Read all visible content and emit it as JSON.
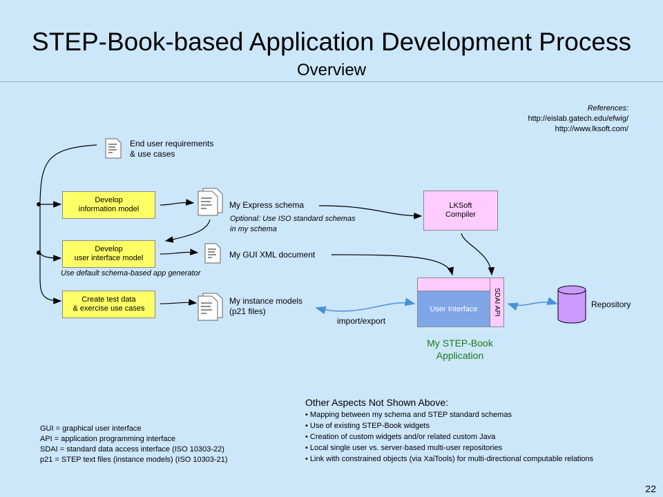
{
  "title": "STEP-Book-based Application Development Process",
  "subtitle": "Overview",
  "references": {
    "heading": "References:",
    "links": [
      "http://eislab.gatech.edu/efwig/",
      "http://www.lksoft.com/"
    ]
  },
  "docs": {
    "end_user_requirements": [
      "End user requirements",
      "& use cases"
    ],
    "express_schema": "My Express schema",
    "optional_note": [
      "Optional: Use ISO standard schemas",
      "in my schema"
    ],
    "gui_xml": "My GUI XML document",
    "instance_models": [
      "My instance models",
      "(p21 files)"
    ]
  },
  "boxes": {
    "develop_info_model": [
      "Develop",
      "information model"
    ],
    "develop_ui_model": [
      "Develop",
      "user interface model"
    ],
    "create_test_data": [
      "Create test data",
      "& exercise use cases"
    ],
    "lksoft_compiler": [
      "LKSoft",
      "Compiler"
    ],
    "user_interface": "User Interface",
    "sdai_api": "SDAI API"
  },
  "notes": {
    "default_generator": "Use default schema-based app generator",
    "import_export": "import/export",
    "repository": "Repository",
    "app_label": [
      "My STEP-Book",
      "Application"
    ]
  },
  "other_aspects": {
    "heading": "Other Aspects Not Shown Above:",
    "items": [
      "Mapping between my schema and STEP standard schemas",
      "Use of existing STEP-Book widgets",
      "Creation of custom widgets and/or related custom Java",
      "Local single user vs. server-based multi-user repositories",
      "Link with constrained objects (via XaiTools) for multi-directional computable relations"
    ]
  },
  "glossary": [
    "GUI = graphical user interface",
    "API = application programming interface",
    "SDAI = standard data access interface (ISO 10303-22)",
    "p21 = STEP text files (instance models) (ISO 10303-21)"
  ],
  "page_number": "22",
  "colors": {
    "background": "#cce6fa",
    "process_box": "#ffff66",
    "app_box": "#ffccff",
    "repository": "#cc99ff",
    "app_label": "#1a7a1a",
    "bidirectional_arrow": "#4a90d9"
  }
}
